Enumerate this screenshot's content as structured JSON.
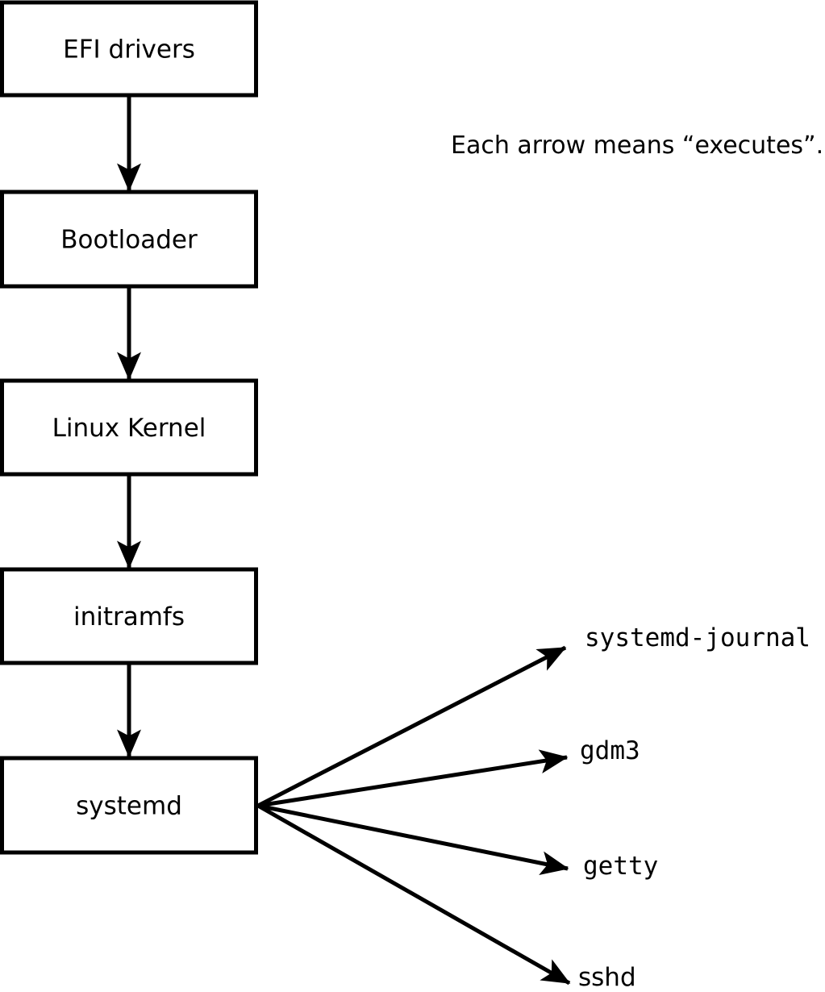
{
  "diagram": {
    "note": "Each arrow means “executes”.",
    "arrow_meaning": "executes",
    "boot_chain": {
      "boxes": [
        {
          "label": "EFI drivers"
        },
        {
          "label": "Bootloader"
        },
        {
          "label": "Linux Kernel"
        },
        {
          "label": "initramfs"
        },
        {
          "label": "systemd"
        }
      ]
    },
    "spawned_processes": [
      {
        "label": "systemd-journal"
      },
      {
        "label": "gdm3"
      },
      {
        "label": "getty"
      },
      {
        "label": "sshd"
      }
    ],
    "colors": {
      "background": "#ffffff",
      "stroke": "#000000",
      "text": "#000000"
    }
  }
}
